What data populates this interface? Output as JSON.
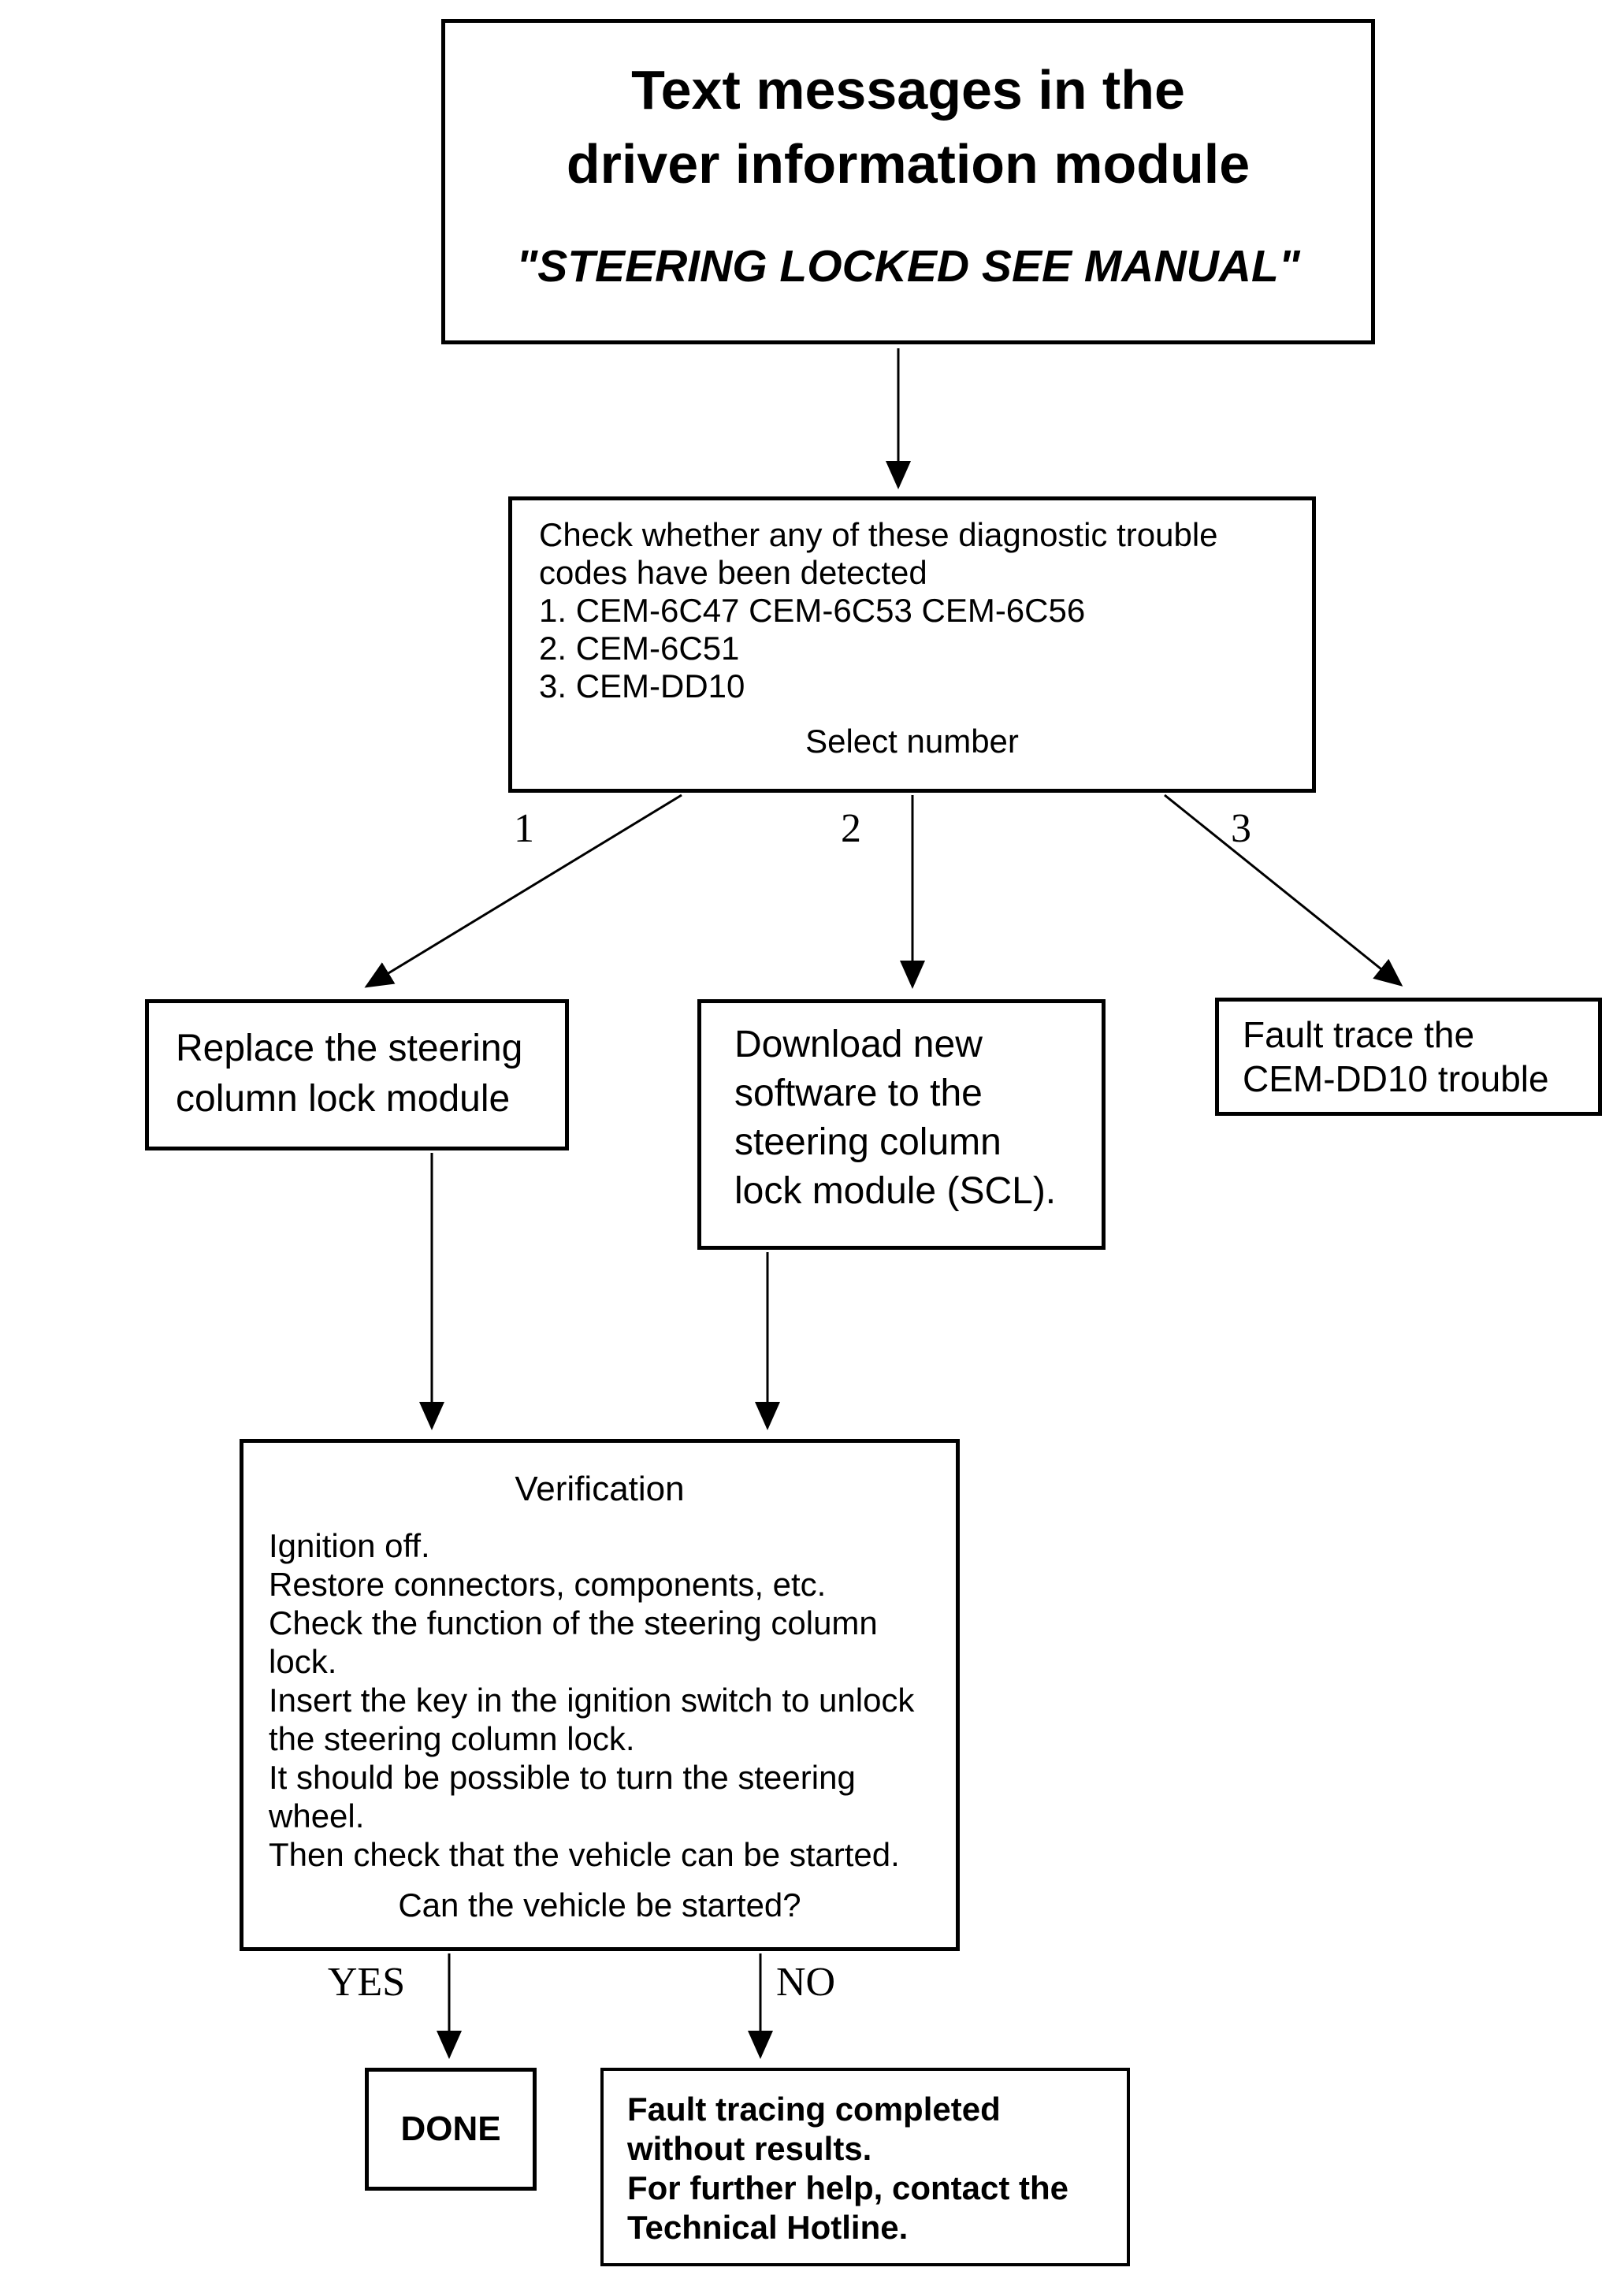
{
  "colors": {
    "ink": "#000000",
    "paper": "#ffffff"
  },
  "title_box": {
    "line1": "Text messages in the",
    "line2": "driver information module",
    "subtitle": "\"STEERING LOCKED SEE MANUAL\""
  },
  "check_box": {
    "intro_lines": [
      "Check whether any of these diagnostic trouble",
      "codes have been detected"
    ],
    "items": [
      "1. CEM-6C47 CEM-6C53 CEM-6C56",
      "2. CEM-6C51",
      "3. CEM-DD10"
    ],
    "prompt": "Select number"
  },
  "branch_labels": {
    "one": "1",
    "two": "2",
    "three": "3"
  },
  "action_boxes": {
    "replace": {
      "lines": [
        "Replace the steering",
        "column lock module"
      ]
    },
    "download": {
      "lines": [
        "Download new",
        "software to the",
        "steering column",
        "lock module (SCL)."
      ]
    },
    "fault_trace": {
      "lines": [
        "Fault trace the",
        "CEM-DD10 trouble"
      ]
    }
  },
  "verification_box": {
    "heading": "Verification",
    "lines": [
      "Ignition off.",
      "Restore connectors, components, etc.",
      "Check the function of the steering column",
      "lock.",
      "Insert the key in the ignition switch to unlock",
      "the steering column lock.",
      "It should be possible to turn the steering",
      "wheel.",
      "Then check that the vehicle can be started."
    ],
    "question": "Can the vehicle be started?"
  },
  "decision_labels": {
    "yes": "YES",
    "no": "NO"
  },
  "done_box": {
    "label": "DONE"
  },
  "hotline_box": {
    "lines": [
      "Fault tracing completed",
      "without results.",
      "For further help, contact the",
      "Technical Hotline."
    ]
  }
}
